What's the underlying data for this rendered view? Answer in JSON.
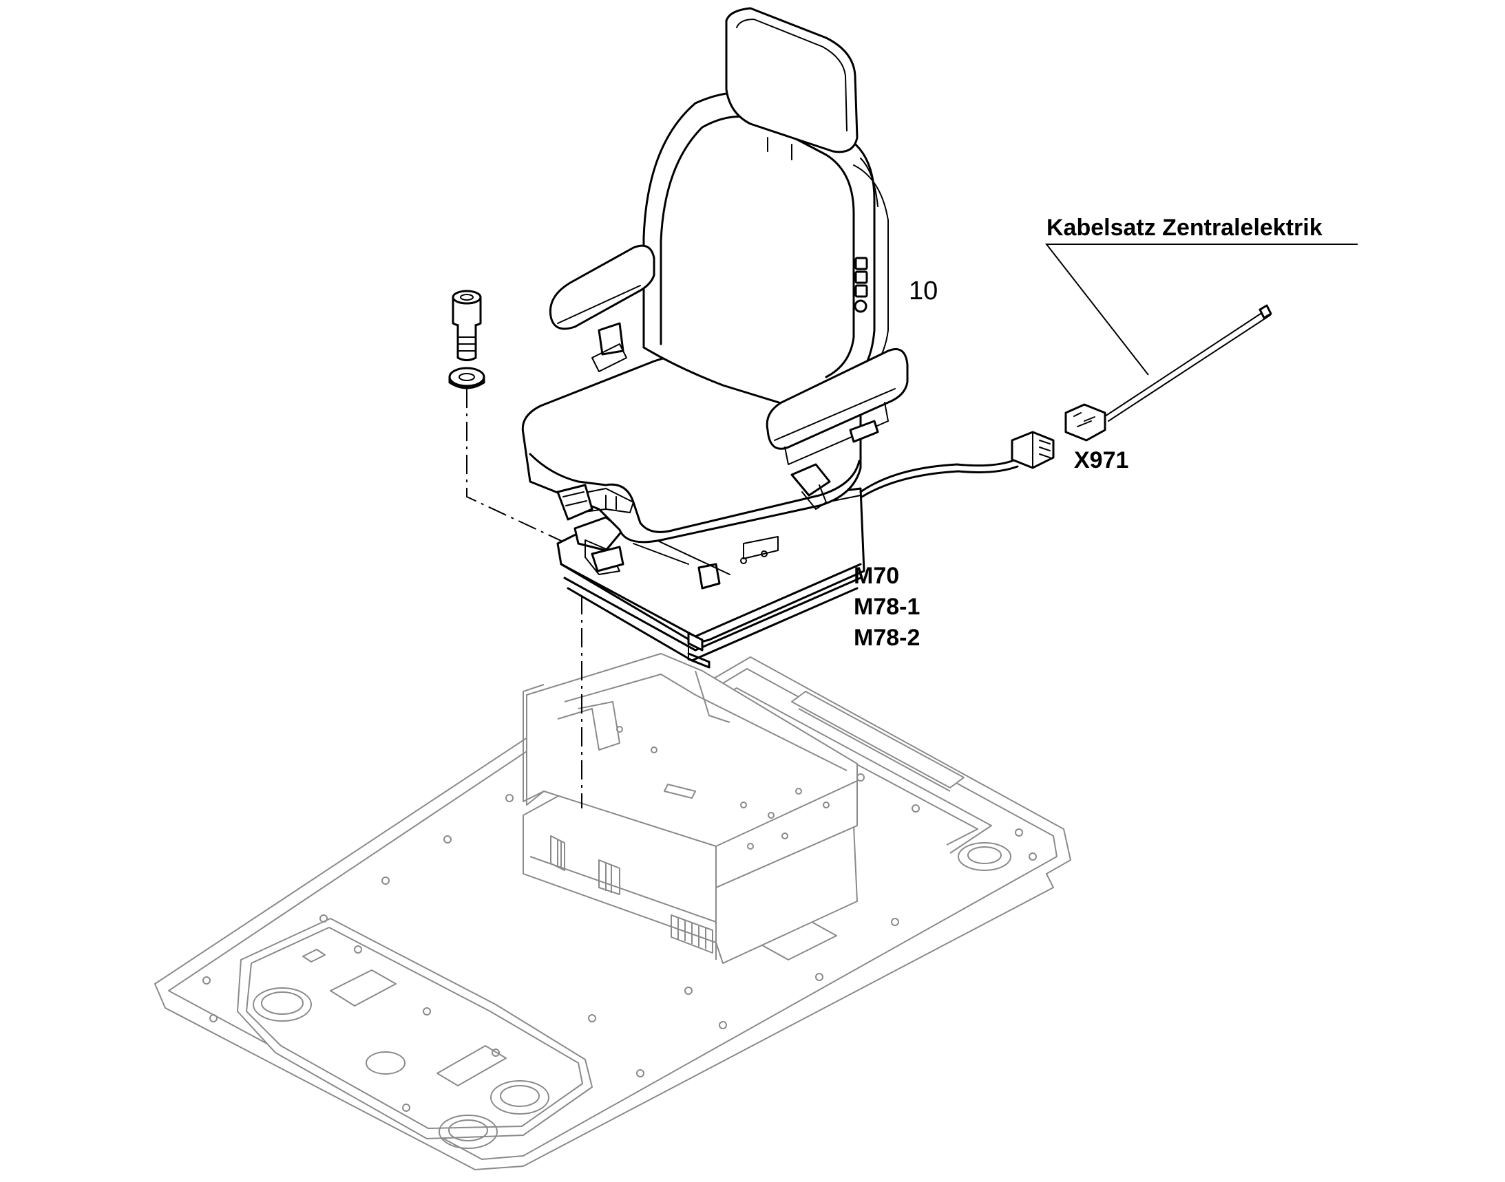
{
  "labels": {
    "cable_harness": "Kabelsatz Zentralelektrik",
    "connector": "X971",
    "item_number": "10",
    "motor_1": "M70",
    "motor_2": "M78-1",
    "motor_3": "M78-2"
  },
  "icons": {
    "seat": "seat-icon",
    "bolt": "bolt-icon",
    "washer": "washer-icon",
    "connector": "connector-icon",
    "floor_plate": "floor-plate-icon",
    "seat_console": "seat-console-icon"
  }
}
